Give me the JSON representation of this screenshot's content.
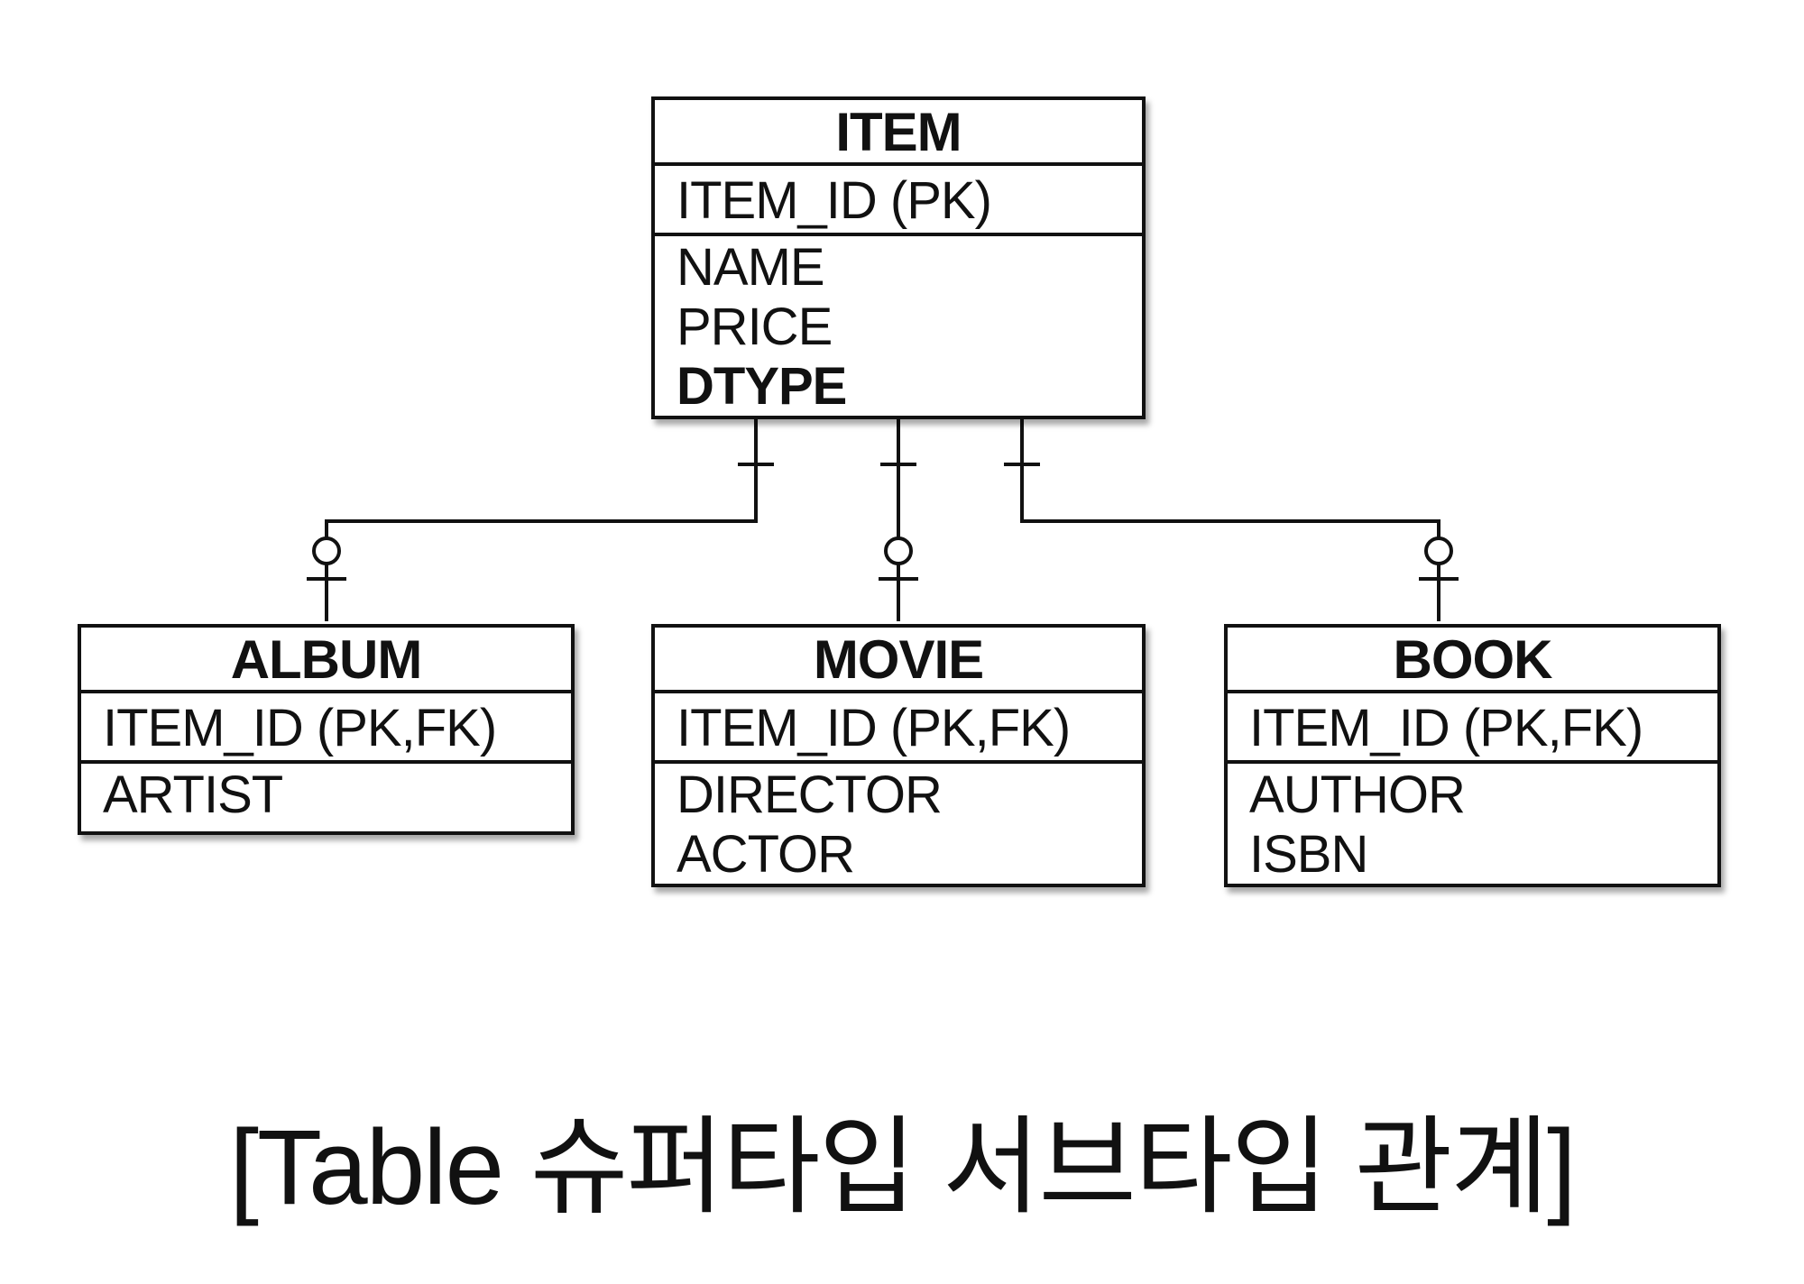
{
  "entities": {
    "item": {
      "name": "ITEM",
      "pk": "ITEM_ID (PK)",
      "attrs": [
        "NAME",
        "PRICE",
        "DTYPE"
      ]
    },
    "album": {
      "name": "ALBUM",
      "pk": "ITEM_ID (PK,FK)",
      "attrs": [
        "ARTIST"
      ]
    },
    "movie": {
      "name": "MOVIE",
      "pk": "ITEM_ID (PK,FK)",
      "attrs": [
        "DIRECTOR",
        "ACTOR"
      ]
    },
    "book": {
      "name": "BOOK",
      "pk": "ITEM_ID (PK,FK)",
      "attrs": [
        "AUTHOR",
        "ISBN"
      ]
    }
  },
  "relationships": [
    {
      "from": "ITEM",
      "to": "ALBUM",
      "from_cardinality": "one",
      "to_cardinality": "zero-or-one"
    },
    {
      "from": "ITEM",
      "to": "MOVIE",
      "from_cardinality": "one",
      "to_cardinality": "zero-or-one"
    },
    {
      "from": "ITEM",
      "to": "BOOK",
      "from_cardinality": "one",
      "to_cardinality": "zero-or-one"
    }
  ],
  "caption": "[Table 슈퍼타입 서브타입 관계]",
  "colors": {
    "line": "#111111",
    "background": "#ffffff"
  }
}
